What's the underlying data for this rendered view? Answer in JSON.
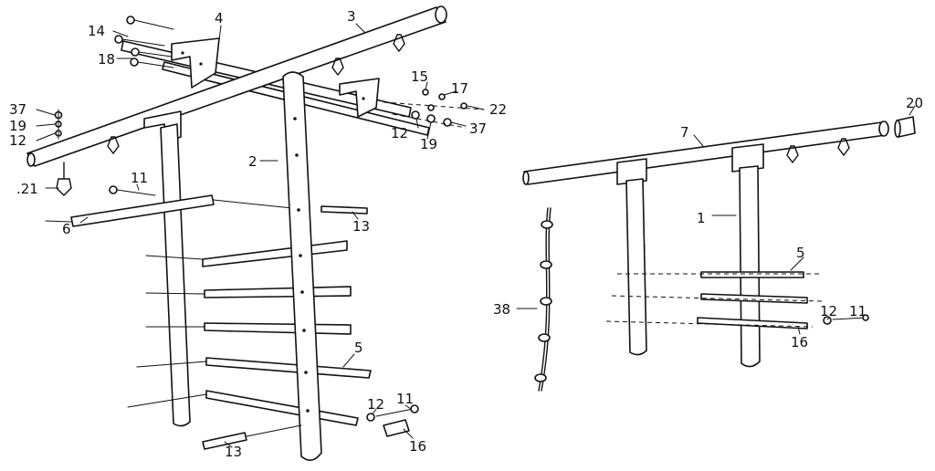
{
  "callouts": {
    "c1": "1",
    "c2": "2",
    "c3": "3",
    "c4": "4",
    "c5a": "5",
    "c5b": "5",
    "c6": "6",
    "c7": "7",
    "c11a": "11",
    "c11b": "11",
    "c11c": "11",
    "c12a": "12",
    "c12b": "12",
    "c12c": "12",
    "c12d": "12",
    "c13a": "13",
    "c13b": "13",
    "c14": "14",
    "c15": "15",
    "c16a": "16",
    "c16b": "16",
    "c17": "17",
    "c18": "18",
    "c19a": "19",
    "c19b": "19",
    "c20": "20",
    "c21": ".21",
    "c22": "22",
    "c37a": "37",
    "c37b": "37",
    "c38": "38"
  }
}
